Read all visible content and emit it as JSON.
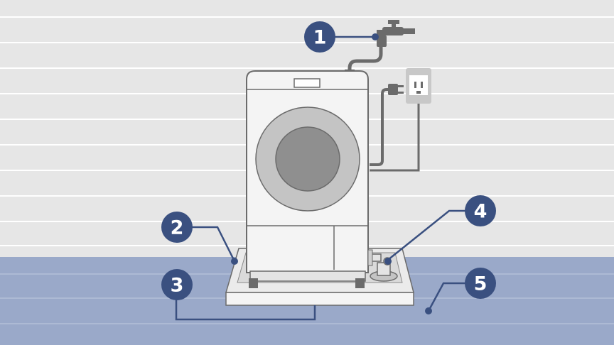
{
  "callouts": [
    {
      "number": "1"
    },
    {
      "number": "2"
    },
    {
      "number": "3"
    },
    {
      "number": "4"
    },
    {
      "number": "5"
    }
  ],
  "colors": {
    "wall": "#e6e6e6",
    "wall_lines": "#ffffff",
    "floor": "#9aa9c9",
    "floor_lines": "#b3bfd8",
    "callout": "#3a5080",
    "pipe": "#6b6b6b",
    "outline": "#6b6b6b",
    "machine": "#f4f4f4",
    "door_ring": "#c4c4c4",
    "door_glass": "#8f8f8f",
    "outlet": "#c8c8c8"
  }
}
